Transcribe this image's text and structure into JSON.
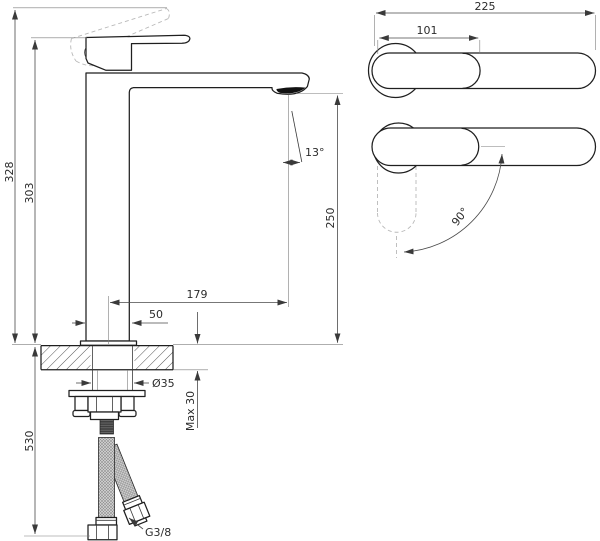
{
  "drawing": {
    "type": "technical-dimension-drawing",
    "subject": "tall single-lever basin mixer tap, side view with mounting hardware and two top views",
    "dims": {
      "overall_height": "328",
      "spout_top_height": "303",
      "hose_length": "530",
      "outlet_height": "250",
      "spout_reach": "179",
      "base_width": "50",
      "stream_angle": "13°",
      "hole_diameter": "Ø35",
      "deck_max": "Max 30",
      "connection_thread": "G3/8",
      "top_total_length": "225",
      "handle_length": "101",
      "handle_swivel": "90°"
    },
    "colors": {
      "line": "#1f1f1f",
      "dimension": "#4a4a4a",
      "phantom": "#b9b9b9",
      "outlet_fill": "#111111",
      "background": "#ffffff"
    }
  }
}
